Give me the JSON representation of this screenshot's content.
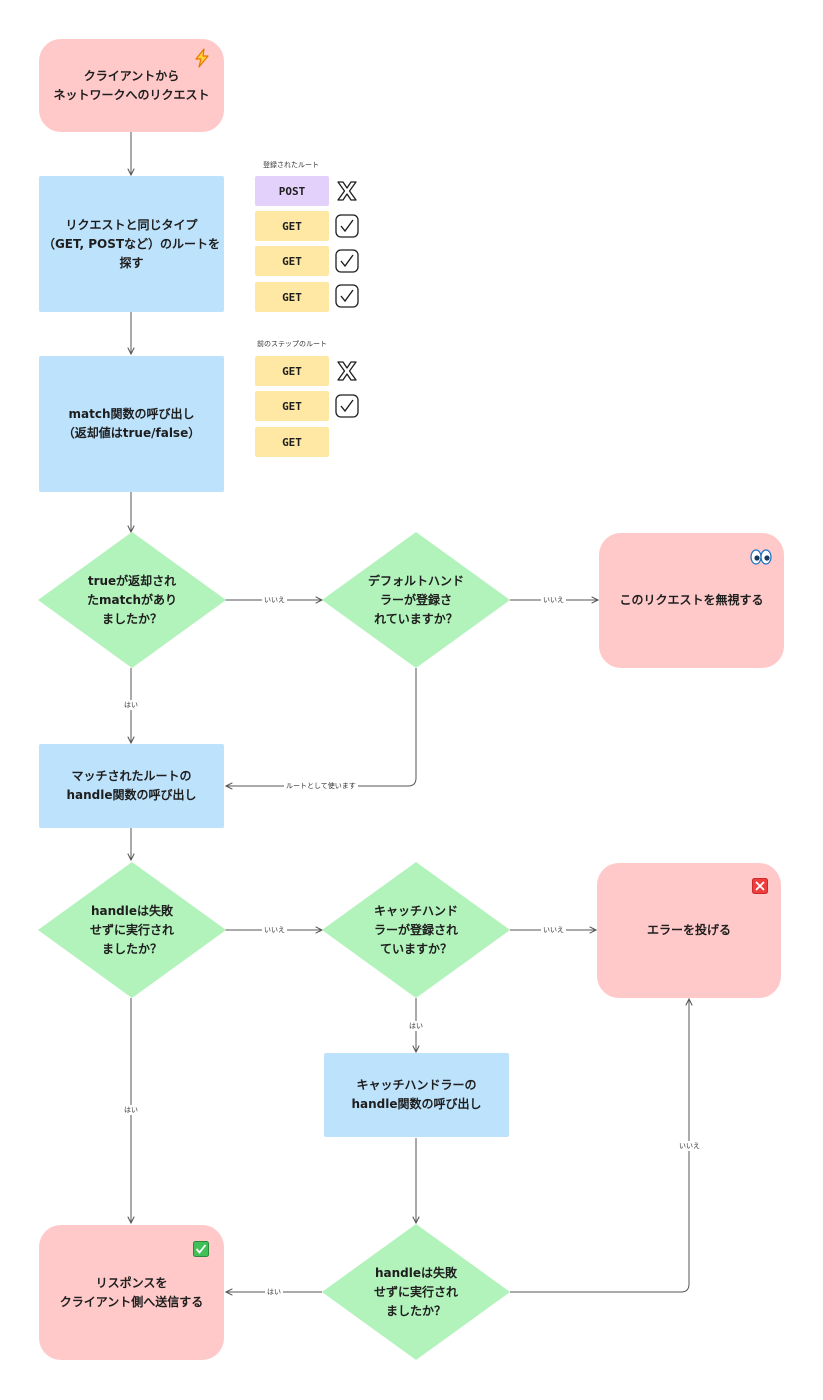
{
  "nodes": {
    "start": "クライアントから\nネットワークへのリクエスト",
    "find_route": "リクエストと同じタイプ\n（GET, POSTなど）のルートを\n探す",
    "call_match": "match関数の呼び出し\n（返却値はtrue/false）",
    "q_true_match": "trueが返却され\nたmatchがあり\nましたか？",
    "q_default_handler": "デフォルトハンド\nラーが登録さ\nれていますか？",
    "ignore": "このリクエストを無視する",
    "call_handle": "マッチされたルートの\nhandle関数の呼び出し",
    "q_handle_ok": "handleは失敗\nせずに実行され\nましたか？",
    "q_catch_handler": "キャッチハンド\nラーが登録され\nていますか？",
    "throw_error": "エラーを投げる",
    "call_catch_handle": "キャッチハンドラーの\nhandle関数の呼び出し",
    "q_catch_ok": "handleは失敗\nせずに実行され\nましたか？",
    "send_response": "リスポンスを\nクライアント側へ送信する"
  },
  "registered_routes": {
    "caption": "登録されたルート",
    "routes": [
      {
        "method": "POST",
        "result": "x"
      },
      {
        "method": "GET",
        "result": "check"
      },
      {
        "method": "GET",
        "result": "check"
      },
      {
        "method": "GET",
        "result": "check"
      }
    ]
  },
  "next_step_routes": {
    "caption": "前のステップのルート",
    "routes": [
      {
        "method": "GET",
        "result": "x"
      },
      {
        "method": "GET",
        "result": "check"
      },
      {
        "method": "GET",
        "result": "none"
      }
    ]
  },
  "edge_labels": {
    "no1": "いいえ",
    "no2": "いいえ",
    "yes1": "はい",
    "use_as_route": "ルートとして使います",
    "no3": "いいえ",
    "no4": "いいえ",
    "yes2": "はい",
    "yes3": "はい",
    "no5": "いいえ",
    "yes4": "はい"
  },
  "colors": {
    "terminal": "#ffc9c9",
    "process": "#bde2fb",
    "decision": "#b2f2bb",
    "get_chip": "#ffe8a3",
    "post_chip": "#e3d0fb",
    "edge": "#555555"
  },
  "icons": {
    "start": "lightning-icon",
    "ignore": "eyes-icon",
    "throw_error": "cross-mark-icon",
    "send_response": "check-box-icon"
  }
}
